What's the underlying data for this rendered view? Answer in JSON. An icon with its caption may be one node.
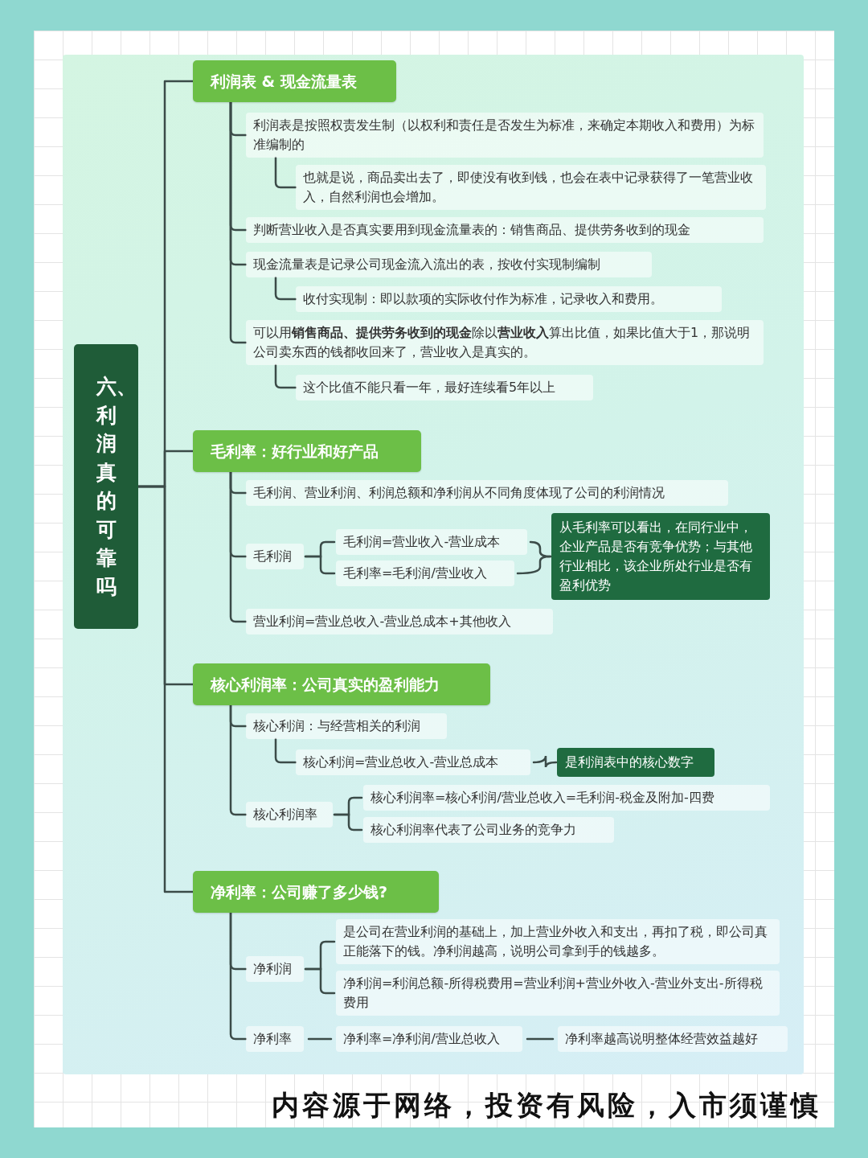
{
  "diagram": {
    "nodes": [
      {
        "text": [
          "六、利润真的可靠吗"
        ]
      },
      {
        "text": [
          "利润表 & 现金流量表"
        ]
      },
      {
        "text": [
          "利润表是按照权责发生制（以权利和责任是否发生为标准，来确定本期收入和费用）为标准编制的"
        ]
      },
      {
        "text": [
          "也就是说，商品卖出去了，即使没有收到钱，也会在表中记录获得了一笔营业收入，自然利润也会增加。"
        ]
      },
      {
        "text": [
          "判断营业收入是否真实要用到现金流量表的：销售商品、提供劳务收到的现金"
        ]
      },
      {
        "text": [
          "现金流量表是记录公司现金流入流出的表，按收付实现制编制"
        ]
      },
      {
        "text": [
          "收付实现制：即以款项的实际收付作为标准，记录收入和费用。"
        ]
      },
      {
        "text": [
          "可以用**销售商品、提供劳务收到的现金**除以**营业收入**算出比值，如果比值大于1，那说明公司卖东西的钱都收回来了，营业收入是真实的。"
        ]
      },
      {
        "text": [
          "这个比值不能只看一年，最好连续看5年以上"
        ]
      },
      {
        "text": [
          "毛利率：好行业和好产品"
        ]
      },
      {
        "text": [
          "毛利润、营业利润、利润总额和净利润从不同角度体现了公司的利润情况"
        ]
      },
      {
        "text": [
          "毛利润"
        ]
      },
      {
        "text": [
          "毛利润=营业收入-营业成本"
        ]
      },
      {
        "text": [
          "毛利率=毛利润/营业收入"
        ]
      },
      {
        "text": [
          "从毛利率可以看出，在同行业中，企业产品是否有竞争优势；与其他行业相比，该企业所处行业是否有盈利优势"
        ]
      },
      {
        "text": [
          "营业利润=营业总收入-营业总成本+其他收入"
        ]
      },
      {
        "text": [
          "核心利润率：公司真实的盈利能力"
        ]
      },
      {
        "text": [
          "核心利润：与经营相关的利润"
        ]
      },
      {
        "text": [
          "核心利润=营业总收入-营业总成本"
        ]
      },
      {
        "text": [
          "是利润表中的核心数字"
        ]
      },
      {
        "text": [
          "核心利润率"
        ]
      },
      {
        "text": [
          "核心利润率=核心利润/营业总收入=毛利润-税金及附加-四费"
        ]
      },
      {
        "text": [
          "核心利润率代表了公司业务的竞争力"
        ]
      },
      {
        "text": [
          "净利率：公司赚了多少钱?"
        ]
      },
      {
        "text": [
          "净利润"
        ]
      },
      {
        "text": [
          "是公司在营业利润的基础上，加上营业外收入和支出，再扣了税，即公司真正能落下的钱。净利润越高，说明公司拿到手的钱越多。"
        ]
      },
      {
        "text": [
          "净利润=利润总额-所得税费用=营业利润+营业外收入-营业外支出-所得税费用"
        ]
      },
      {
        "text": [
          "净利率"
        ]
      },
      {
        "text": [
          "净利率=净利润/营业总收入"
        ]
      },
      {
        "text": [
          "净利率越高说明整体经营效益越好"
        ]
      }
    ],
    "edges": [
      {
        "from": 0,
        "to": 1,
        "arrow": "none"
      },
      {
        "from": 0,
        "to": 9,
        "arrow": "none"
      },
      {
        "from": 0,
        "to": 16,
        "arrow": "none"
      },
      {
        "from": 0,
        "to": 23,
        "arrow": "none"
      },
      {
        "from": 1,
        "to": 2,
        "arrow": "none"
      },
      {
        "from": 2,
        "to": 3,
        "arrow": "none"
      },
      {
        "from": 1,
        "to": 4,
        "arrow": "none"
      },
      {
        "from": 1,
        "to": 5,
        "arrow": "none"
      },
      {
        "from": 5,
        "to": 6,
        "arrow": "none"
      },
      {
        "from": 1,
        "to": 7,
        "arrow": "none"
      },
      {
        "from": 7,
        "to": 8,
        "arrow": "none"
      },
      {
        "from": 9,
        "to": 10,
        "arrow": "none"
      },
      {
        "from": 9,
        "to": 11,
        "arrow": "none"
      },
      {
        "from": 11,
        "to": 12,
        "arrow": "none"
      },
      {
        "from": 11,
        "to": 13,
        "arrow": "none"
      },
      {
        "from": 12,
        "to": 14,
        "arrow": "none"
      },
      {
        "from": 13,
        "to": 14,
        "arrow": "none"
      },
      {
        "from": 9,
        "to": 15,
        "arrow": "none"
      },
      {
        "from": 16,
        "to": 17,
        "arrow": "none"
      },
      {
        "from": 17,
        "to": 18,
        "arrow": "none"
      },
      {
        "from": 18,
        "to": 19,
        "arrow": "none"
      },
      {
        "from": 16,
        "to": 20,
        "arrow": "none"
      },
      {
        "from": 20,
        "to": 21,
        "arrow": "none"
      },
      {
        "from": 20,
        "to": 22,
        "arrow": "none"
      },
      {
        "from": 23,
        "to": 24,
        "arrow": "none"
      },
      {
        "from": 24,
        "to": 25,
        "arrow": "none"
      },
      {
        "from": 24,
        "to": 26,
        "arrow": "none"
      },
      {
        "from": 23,
        "to": 27,
        "arrow": "none"
      },
      {
        "from": 27,
        "to": 28,
        "arrow": "none"
      },
      {
        "from": 28,
        "to": 29,
        "arrow": "none"
      }
    ],
    "labels": [
      "内容源于网络，投资有风险，入市须谨慎"
    ]
  }
}
